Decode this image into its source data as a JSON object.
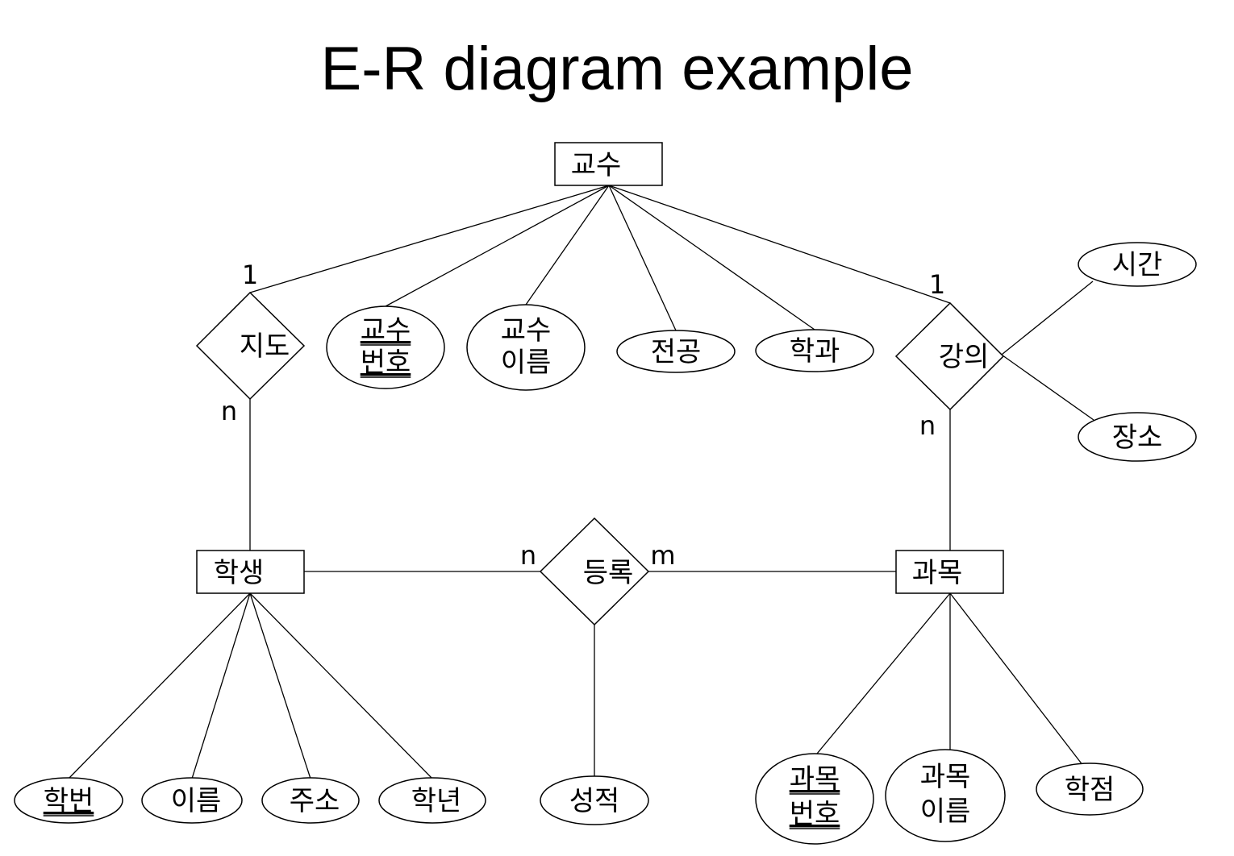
{
  "title": "E-R diagram example",
  "colors": {
    "stroke": "#000000",
    "background": "#ffffff"
  },
  "entities": {
    "professor": "교수",
    "student": "학생",
    "course": "과목"
  },
  "relationships": {
    "advise": "지도",
    "lecture": "강의",
    "enroll": "등록"
  },
  "attributes": {
    "professor_number": {
      "lines": [
        "교수",
        "번호"
      ],
      "key": true
    },
    "professor_name": {
      "lines": [
        "교수",
        "이름"
      ],
      "key": false
    },
    "major": {
      "lines": [
        "전공"
      ],
      "key": false
    },
    "department": {
      "lines": [
        "학과"
      ],
      "key": false
    },
    "time": {
      "lines": [
        "시간"
      ],
      "key": false
    },
    "place": {
      "lines": [
        "장소"
      ],
      "key": false
    },
    "student_number": {
      "lines": [
        "학번"
      ],
      "key": true
    },
    "student_name": {
      "lines": [
        "이름"
      ],
      "key": false
    },
    "address": {
      "lines": [
        "주소"
      ],
      "key": false
    },
    "grade_year": {
      "lines": [
        "학년"
      ],
      "key": false
    },
    "score": {
      "lines": [
        "성적"
      ],
      "key": false
    },
    "course_number": {
      "lines": [
        "과목",
        "번호"
      ],
      "key": true
    },
    "course_name": {
      "lines": [
        "과목",
        "이름"
      ],
      "key": false
    },
    "credit": {
      "lines": [
        "학점"
      ],
      "key": false
    }
  },
  "cardinalities": {
    "advise_professor": "1",
    "advise_student": "n",
    "lecture_professor": "1",
    "lecture_course": "n",
    "enroll_student": "n",
    "enroll_course": "m"
  }
}
